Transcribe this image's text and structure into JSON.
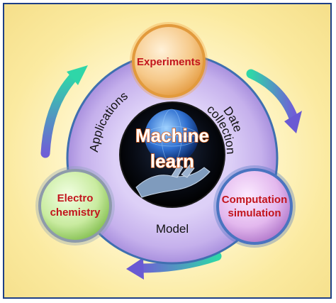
{
  "center": {
    "line1": "Machine",
    "line2": "learn"
  },
  "nodes": {
    "experiments": "Experiments",
    "computation_line1": "Computation",
    "computation_line2": "simulation",
    "electro_line1": "Electro",
    "electro_line2": "chemistry"
  },
  "ring_labels": {
    "applications": "Applications",
    "date": "Date",
    "collection": "collection",
    "model": "Model"
  },
  "colors": {
    "ring": "#c7b2ee",
    "ring_border": "#3f6fb0",
    "experiments_fill": "#f6c98a",
    "computation_fill": "#e3b8ee",
    "electro_fill": "#c9eba0",
    "label_red": "#c2141c",
    "arrow_start": "#30d3b0",
    "arrow_end": "#6a5ad3"
  }
}
